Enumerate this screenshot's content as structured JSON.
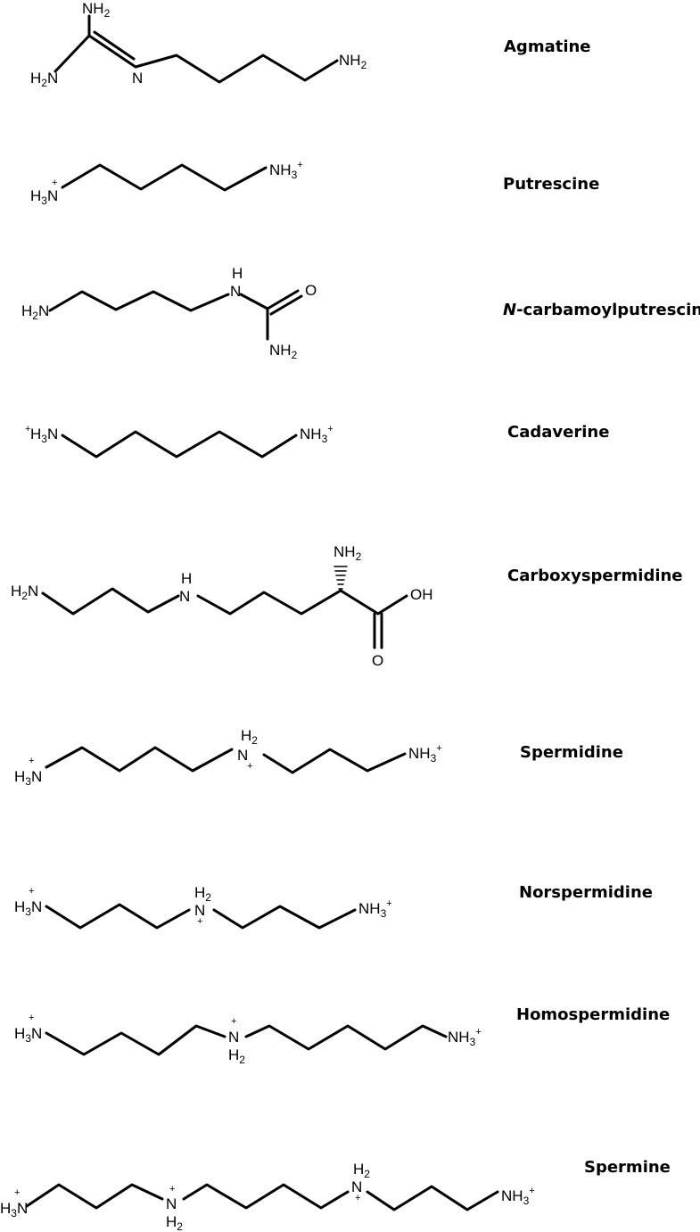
{
  "compounds": [
    {
      "name": "Agmatine"
    },
    {
      "name": "Putrescine"
    },
    {
      "name_prefix": "N",
      "name_rest": "-carbamoylputrescine"
    },
    {
      "name": "Cadaverine"
    },
    {
      "name": "Carboxyspermidine"
    },
    {
      "name": "Spermidine"
    },
    {
      "name": "Norspermidine"
    },
    {
      "name": "Homospermidine"
    },
    {
      "name": "Spermine"
    }
  ],
  "atoms": {
    "N": "N",
    "NH": "N",
    "H": "H",
    "NH2": "NH",
    "H2N": "H",
    "H3N": "H",
    "NH3": "NH",
    "O": "O",
    "OH": "OH",
    "sub2": "2",
    "sub3": "3",
    "plus": "+"
  }
}
